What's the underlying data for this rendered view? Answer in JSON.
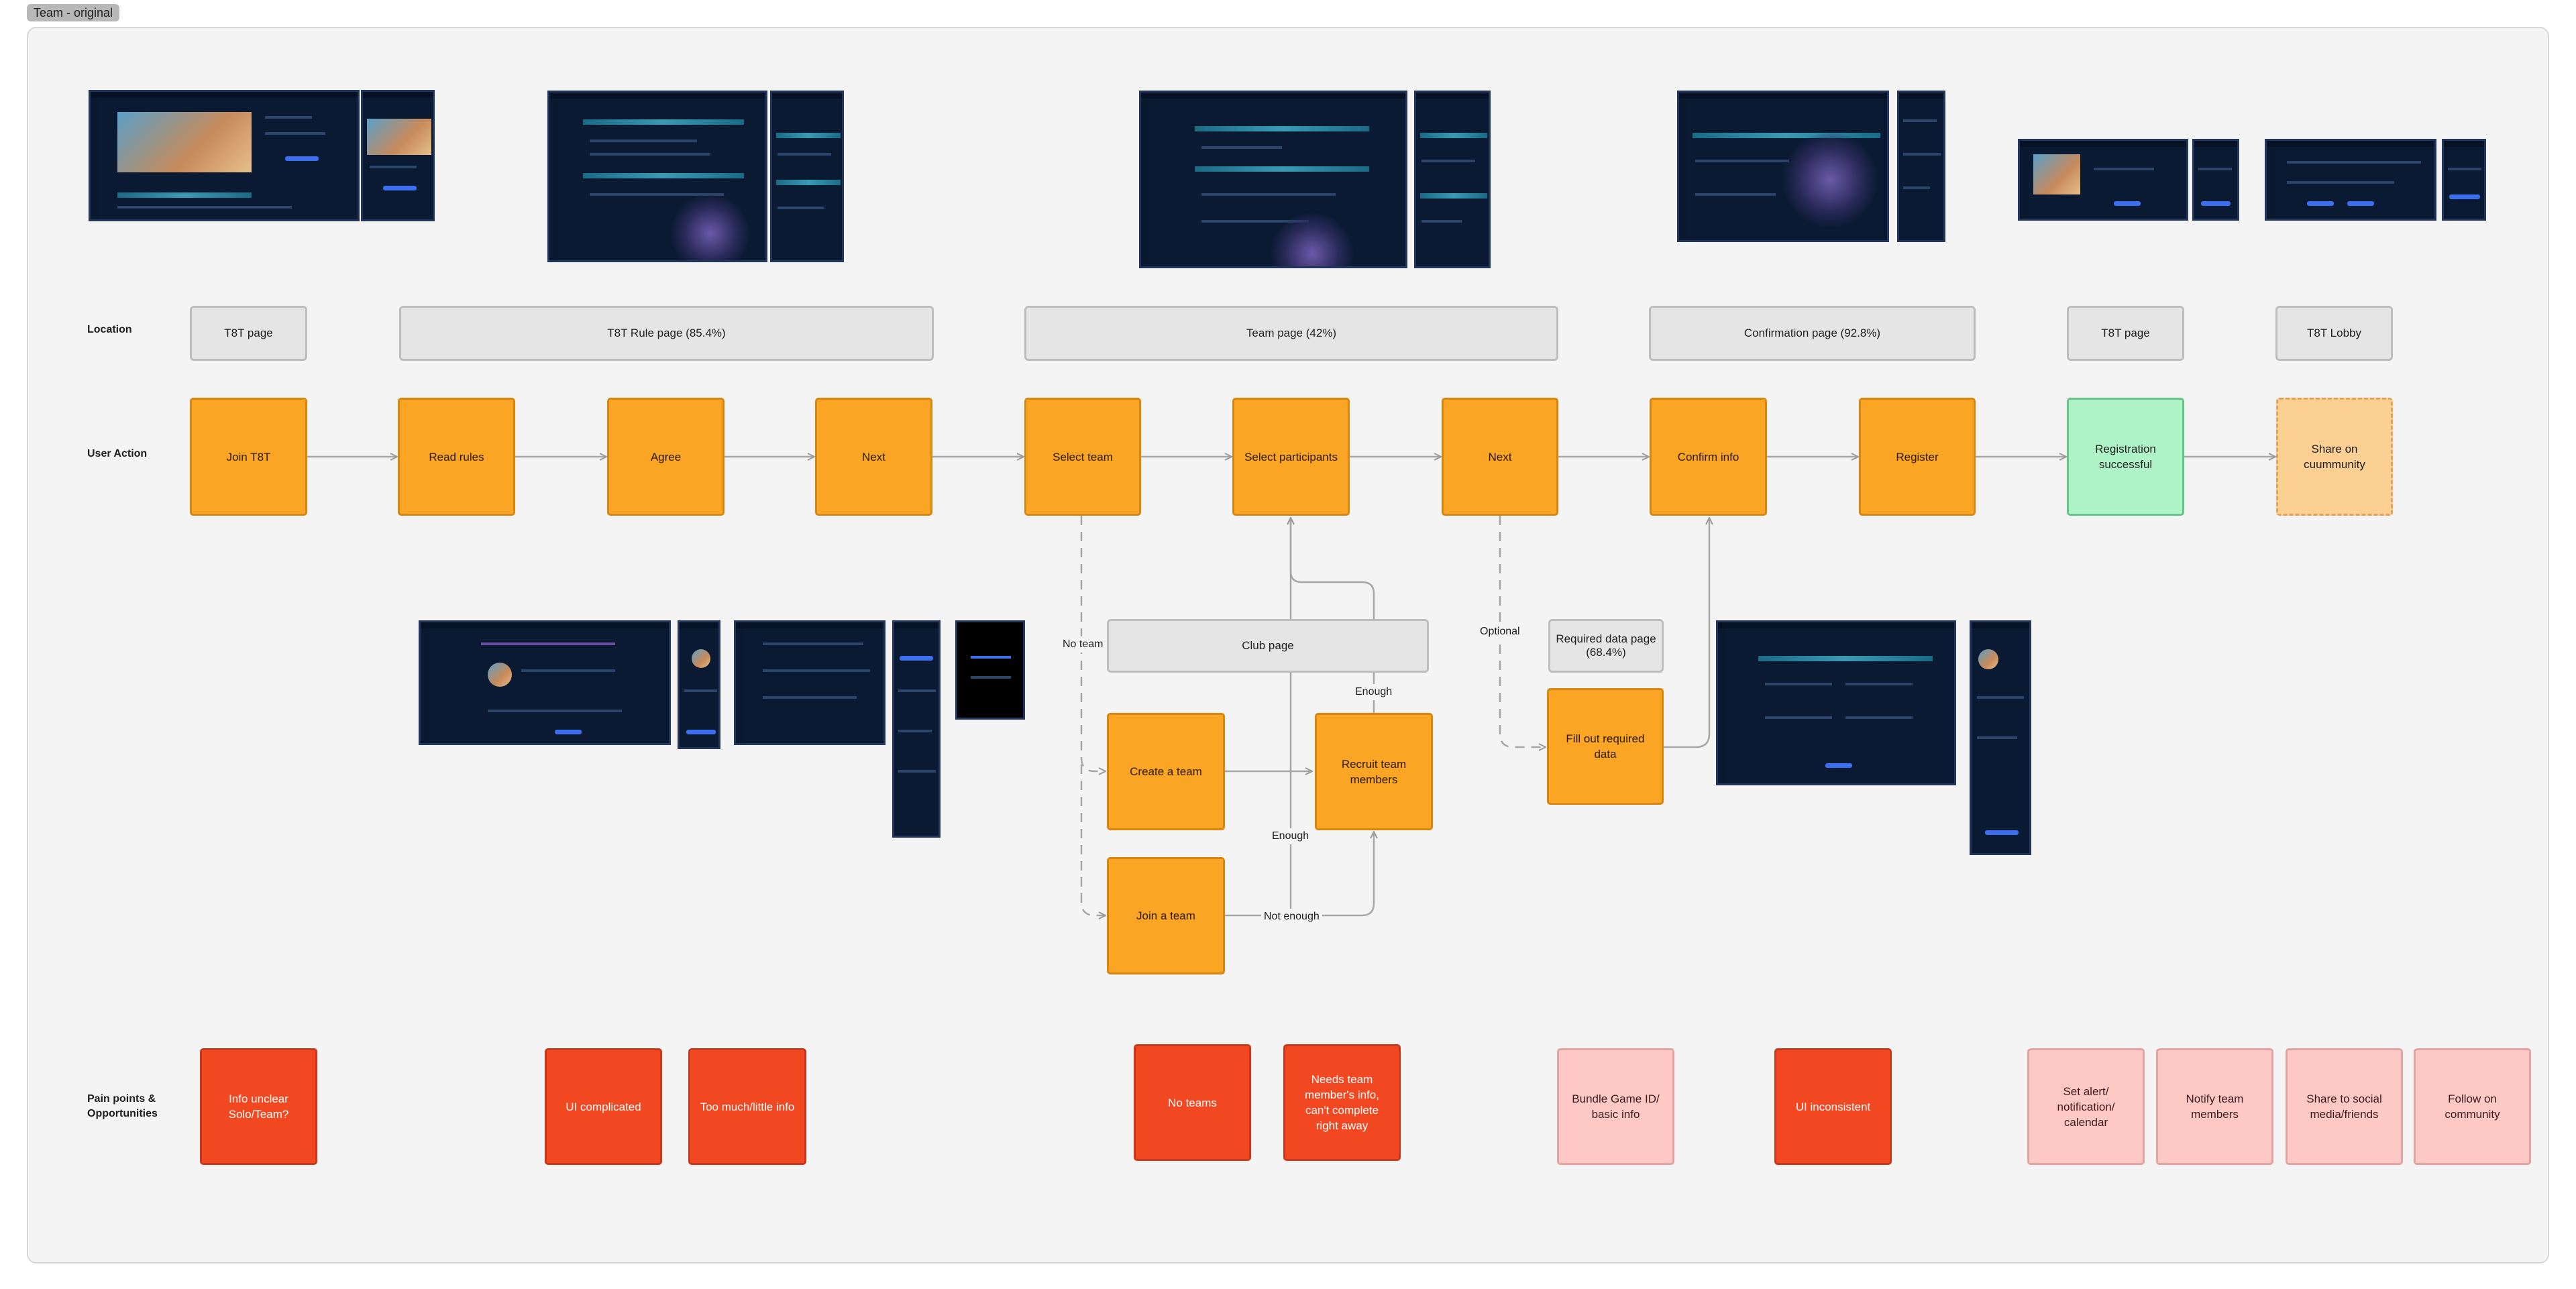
{
  "tab_title": "Team - original",
  "row_labels": {
    "location": "Location",
    "user_action": "User Action",
    "pain_points": "Pain points & Opportunities"
  },
  "locations": {
    "t8t_page_1": "T8T page",
    "rule_page": "T8T Rule page (85.4%)",
    "team_page": "Team page (42%)",
    "confirmation_page": "Confirmation page (92.8%)",
    "t8t_page_2": "T8T page",
    "t8t_lobby": "T8T Lobby",
    "club_page": "Club page",
    "required_data_page": "Required data page (68.4%)"
  },
  "actions": {
    "join_t8t": "Join T8T",
    "read_rules": "Read rules",
    "agree": "Agree",
    "next_1": "Next",
    "select_team": "Select team",
    "select_participants": "Select participants",
    "next_2": "Next",
    "confirm_info": "Confirm info",
    "register": "Register",
    "registration_successful": "Registration successful",
    "share_community": "Share on cuummunity",
    "create_team": "Create a team",
    "recruit_members": "Recruit team members",
    "join_team": "Join a team",
    "fill_required_data": "Fill out required data"
  },
  "edge_labels": {
    "no_team": "No team",
    "optional": "Optional",
    "enough_top": "Enough",
    "enough_mid": "Enough",
    "not_enough": "Not enough"
  },
  "pain_points": {
    "info_unclear": "Info unclear Solo/Team?",
    "ui_complicated": "UI complicated",
    "too_much_info": "Too much/little info",
    "no_teams": "No teams",
    "needs_member_info": "Needs team member's info, can't complete right away",
    "bundle_game_id": "Bundle Game ID/ basic info",
    "ui_inconsistent": "UI inconsistent",
    "set_alert": "Set alert/ notification/ calendar",
    "notify_members": "Notify team members",
    "share_social": "Share to social media/friends",
    "follow_community": "Follow on community"
  },
  "colors": {
    "action": "#fba525",
    "success": "#aff4c6",
    "optional_share": "#fccf92",
    "pain_point": "#f24822",
    "opportunity": "#fec8c5",
    "location": "#e5e5e5",
    "screenshot_bg": "#0b1a33"
  }
}
